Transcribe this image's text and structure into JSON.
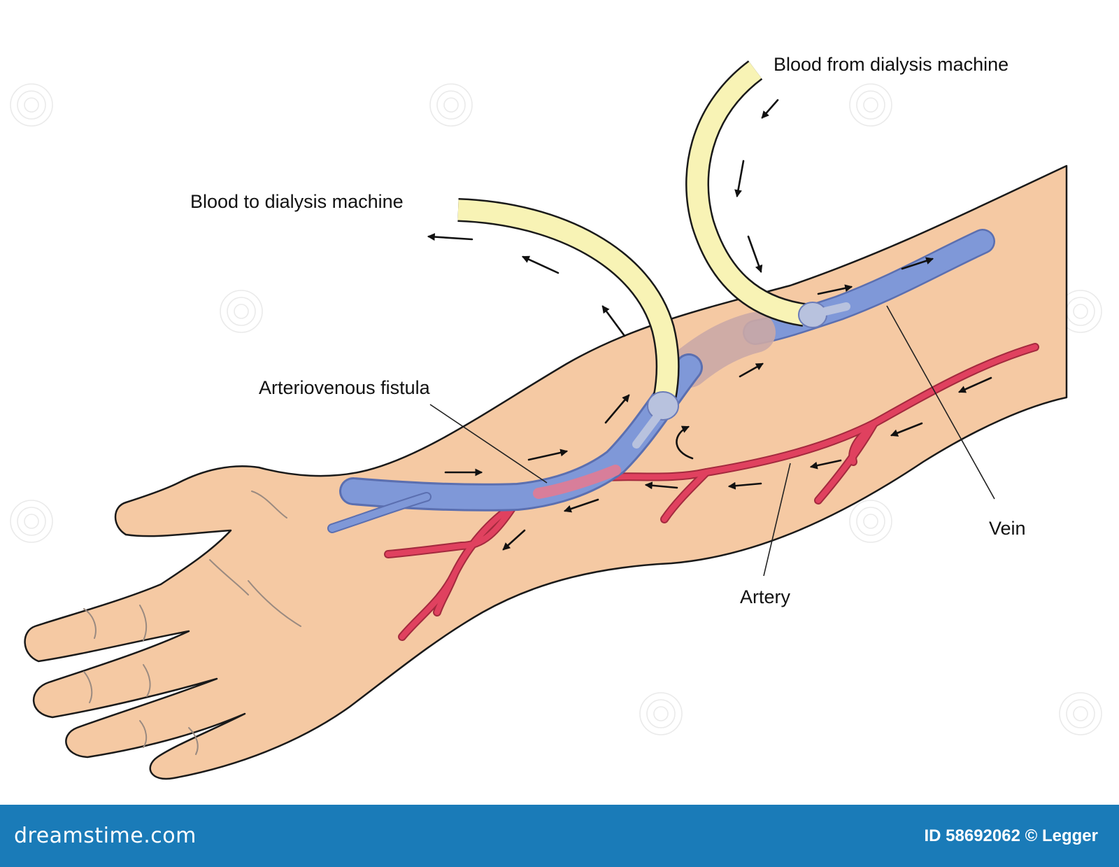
{
  "labels": {
    "blood_from_machine": "Blood from dialysis machine",
    "blood_to_machine": "Blood to dialysis machine",
    "fistula": "Arteriovenous fistula",
    "vein": "Vein",
    "artery": "Artery"
  },
  "footer": {
    "site": "dreamstime.com",
    "image_id": "ID 58692062",
    "credit": "© Legger"
  },
  "colors": {
    "skin": "#f5c9a3",
    "vein": "#7f98d8",
    "artery": "#e0415f",
    "tube": "#f8f3b5",
    "footer": "#1a7bb8"
  }
}
